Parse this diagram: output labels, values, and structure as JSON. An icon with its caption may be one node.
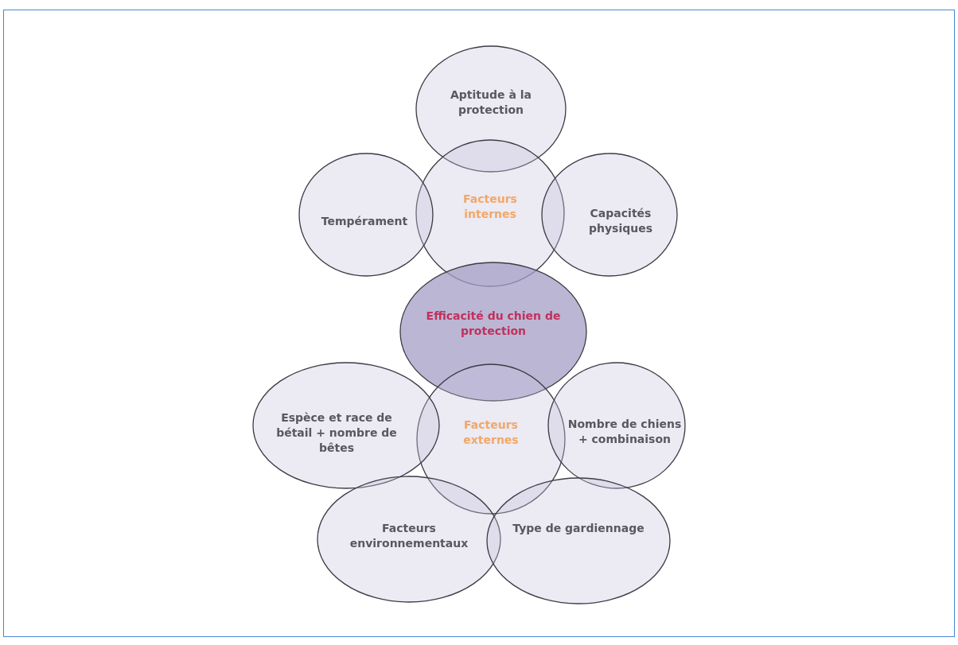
{
  "diagram": {
    "nodes": [
      {
        "text": [
          "Aptitude à la protection"
        ]
      },
      {
        "text": [
          "Facteurs internes"
        ]
      },
      {
        "text": [
          "Tempérament"
        ]
      },
      {
        "text": [
          "Capacités physiques"
        ]
      },
      {
        "text": [
          "Efficacité du chien de protection"
        ]
      },
      {
        "text": [
          "Facteurs externes"
        ]
      },
      {
        "text": [
          "Espèce et race de bétail + nombre de bêtes"
        ]
      },
      {
        "text": [
          "Nombre de chiens + combinaison"
        ]
      },
      {
        "text": [
          "Facteurs environnementaux"
        ]
      },
      {
        "text": [
          "Type de gardiennage"
        ]
      }
    ]
  }
}
